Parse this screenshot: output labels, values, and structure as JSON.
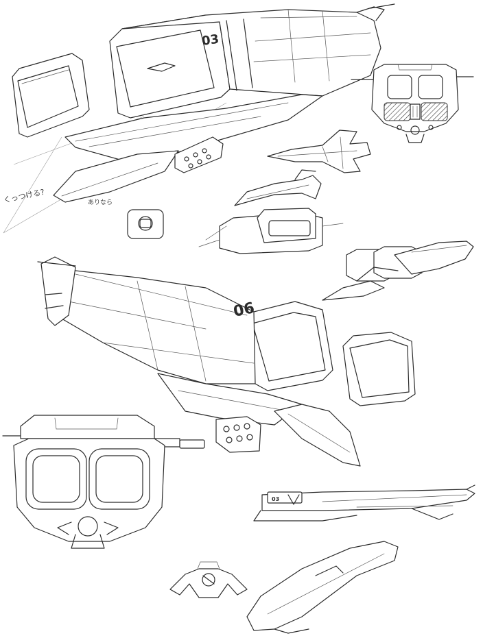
{
  "sheet": {
    "background": "#ffffff",
    "ink": "#2b2b2b"
  },
  "markings": {
    "hull_top": "03",
    "hull_middle": "06",
    "side_view": "03"
  },
  "notes": {
    "left_margin": "くっつける?",
    "under_nose": "ありなら"
  }
}
